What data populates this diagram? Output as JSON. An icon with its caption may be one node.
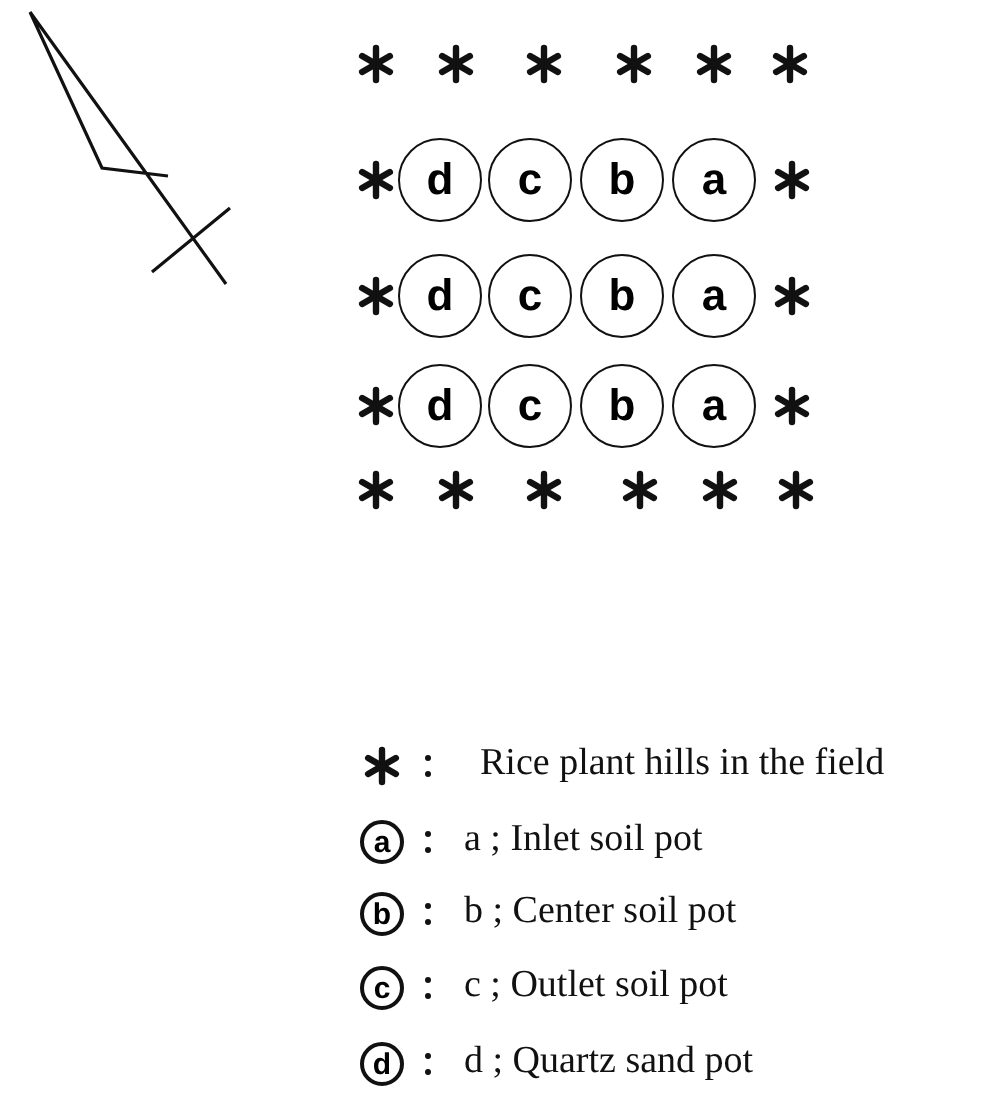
{
  "diagram": {
    "nodes": [
      {
        "text": [
          "d"
        ]
      },
      {
        "text": [
          "c"
        ]
      },
      {
        "text": [
          "b"
        ]
      },
      {
        "text": [
          "a"
        ]
      },
      {
        "text": [
          "d"
        ]
      },
      {
        "text": [
          "c"
        ]
      },
      {
        "text": [
          "b"
        ]
      },
      {
        "text": [
          "a"
        ]
      },
      {
        "text": [
          "d"
        ]
      },
      {
        "text": [
          "c"
        ]
      },
      {
        "text": [
          "b"
        ]
      },
      {
        "text": [
          "a"
        ]
      }
    ],
    "edges": [],
    "labels": [
      "a",
      "b",
      "c",
      "d"
    ],
    "legend": [
      {
        "text": "Rice plant hills in the field"
      },
      {
        "text": "a ; Inlet soil pot"
      },
      {
        "text": "b ; Center soil pot"
      },
      {
        "text": "c ; Outlet soil pot"
      },
      {
        "text": "d ; Quartz sand pot"
      }
    ]
  }
}
